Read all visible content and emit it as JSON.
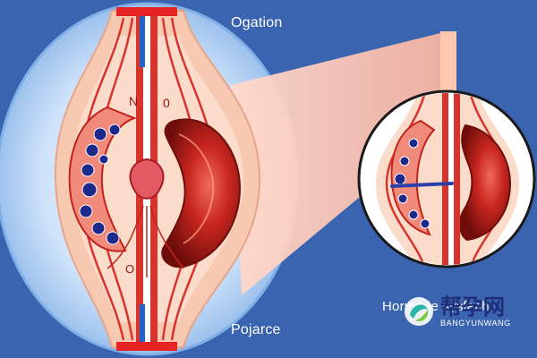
{
  "labels": {
    "top": "Ogation",
    "bottom": "Pojarce",
    "inset": "Hormone sysfach"
  },
  "letters": {
    "upper_left": "N",
    "upper_right": "0",
    "lower_left": "O"
  },
  "watermark": {
    "brand_cn": "帮孕网",
    "brand_en": "BANGYUNWANG"
  },
  "colors": {
    "background": "#3a64b0",
    "tissue": "#f7c9b0",
    "vessel_red": "#d8342e",
    "dark_red": "#8e1410",
    "cell_blue": "#1d2a8c",
    "watermark_navy": "#1f2e78"
  }
}
